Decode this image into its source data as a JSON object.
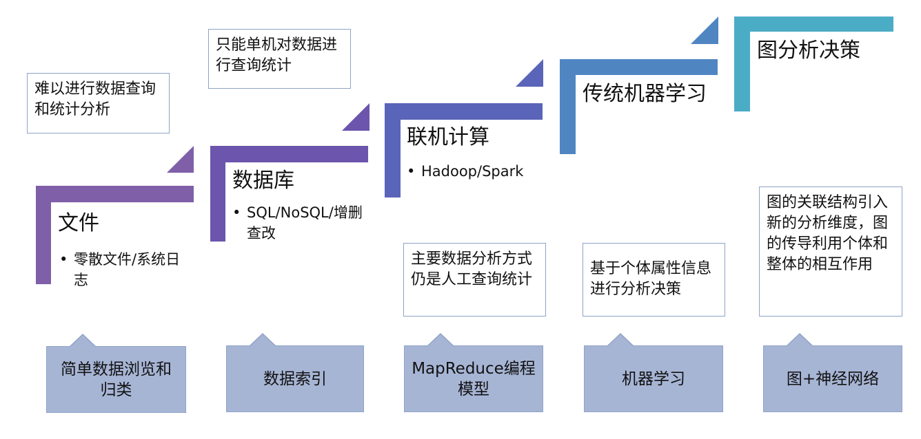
{
  "stages": [
    {
      "title": "文件",
      "bullet": "零散文件/系统日志",
      "color": "#7f5fa8"
    },
    {
      "title": "数据库",
      "bullet": "SQL/NoSQL/增删查改",
      "color": "#6b55ad"
    },
    {
      "title": "联机计算",
      "bullet": "Hadoop/Spark",
      "color": "#5a64b8"
    },
    {
      "title": "传统机器学习",
      "bullet": "",
      "color": "#4f86c2"
    },
    {
      "title": "图分析决策",
      "bullet": "",
      "color": "#4bacc6"
    }
  ],
  "notes": [
    "难以进行数据查询和统计分析",
    "只能单机对数据进行查询统计",
    "主要数据分析方式仍是人工查询统计",
    "基于个体属性信息进行分析决策",
    "图的关联结构引入新的分析维度，图的传导利用个体和整体的相互作用"
  ],
  "callouts": [
    "简单数据浏览和归类",
    "数据索引",
    "MapReduce编程模型",
    "机器学习",
    "图+神经网络"
  ]
}
